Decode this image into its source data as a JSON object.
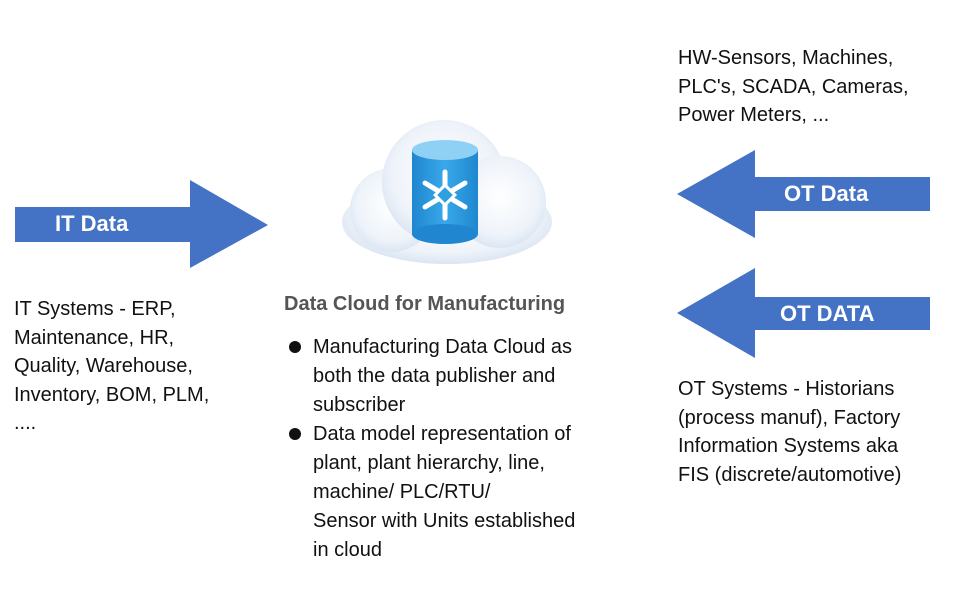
{
  "it_arrow": {
    "label": "IT Data"
  },
  "ot_arrow_top": {
    "label": "OT Data"
  },
  "ot_arrow_bottom": {
    "label": "OT DATA"
  },
  "hw_sources": {
    "lines": [
      "HW-Sensors, Machines,",
      "PLC's, SCADA, Cameras,",
      "Power Meters, ..."
    ]
  },
  "it_systems": {
    "lines": [
      "IT Systems - ERP,",
      "Maintenance, HR,",
      "Quality, Warehouse,",
      "Inventory, BOM, PLM,",
      "...."
    ]
  },
  "ot_systems": {
    "lines": [
      "OT Systems - Historians",
      "(process manuf), Factory",
      "Information Systems aka",
      "FIS (discrete/automotive)"
    ]
  },
  "center": {
    "title": "Data Cloud for Manufacturing",
    "bullets": [
      {
        "lines": [
          "Manufacturing Data Cloud as",
          "both the data publisher and",
          "subscriber"
        ]
      },
      {
        "lines": [
          "Data model representation of",
          "plant, plant hierarchy, line,",
          "machine/ PLC/RTU/",
          "Sensor with Units established",
          "in cloud"
        ]
      }
    ]
  },
  "cloud_icon": {
    "icon": "snowflake-database-icon",
    "colors": {
      "cloud": "#dfe9f5",
      "database": "#2e9fe0",
      "arrow": "#4472c4"
    }
  }
}
